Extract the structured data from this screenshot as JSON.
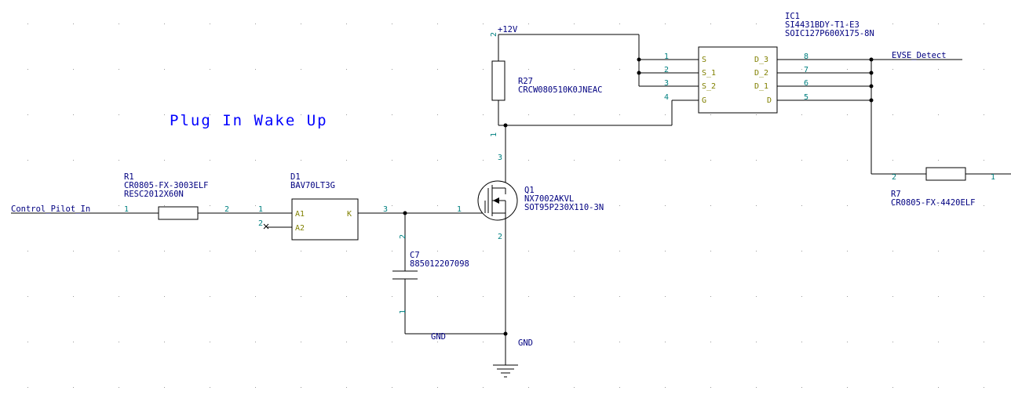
{
  "title": "Plug In Wake Up",
  "nets": {
    "v12": "+12V",
    "evse": "EVSE_Detect",
    "cp": "Control_Pilot_In",
    "gnd": "GND"
  },
  "parts": {
    "r1": {
      "ref": "R1",
      "value": "CR0805-FX-3003ELF",
      "footprint": "RESC2012X60N",
      "pins": [
        "1",
        "2"
      ]
    },
    "d1": {
      "ref": "D1",
      "value": "BAV70LT3G",
      "pins": [
        "1",
        "2",
        "3"
      ],
      "pin_names": [
        "A1",
        "A2",
        "K"
      ]
    },
    "c7": {
      "ref": "C7",
      "value": "885012207098",
      "pins": [
        "2",
        "1"
      ]
    },
    "q1": {
      "ref": "Q1",
      "value": "NX7002AKVL",
      "footprint": "SOT95P230X110-3N",
      "pins": [
        "1",
        "2",
        "3"
      ]
    },
    "r27": {
      "ref": "R27",
      "value": "CRCW080510K0JNEAC",
      "pins": [
        "2",
        "1"
      ]
    },
    "ic1": {
      "ref": "IC1",
      "value": "SI4431BDY-T1-E3",
      "footprint": "SOIC127P600X175-8N",
      "pins_left": [
        "1",
        "2",
        "3",
        "4"
      ],
      "names_left": [
        "S",
        "S_1",
        "S_2",
        "G"
      ],
      "pins_right": [
        "8",
        "7",
        "6",
        "5"
      ],
      "names_right": [
        "D_3",
        "D_2",
        "D_1",
        "D"
      ]
    },
    "r7": {
      "ref": "R7",
      "value": "CR0805-FX-4420ELF",
      "pins": [
        "2",
        "1"
      ]
    }
  }
}
